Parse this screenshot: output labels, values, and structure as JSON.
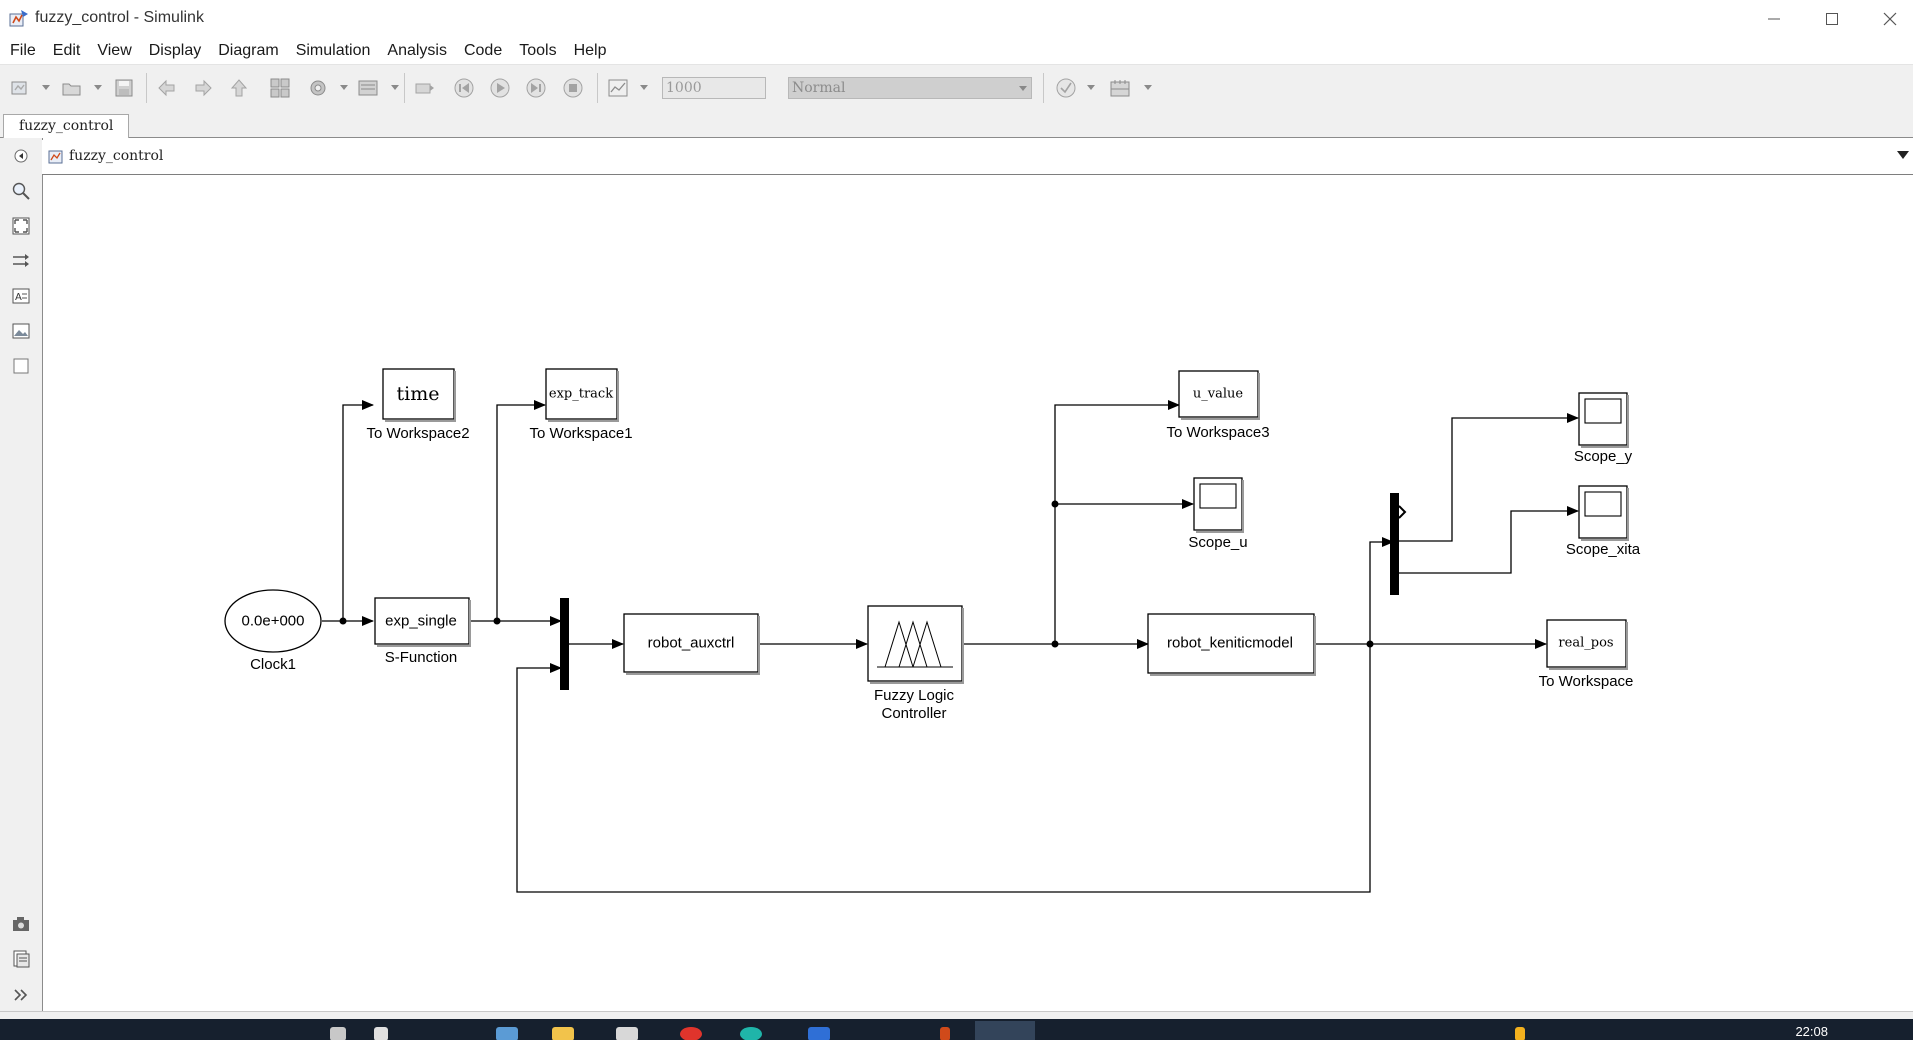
{
  "window": {
    "title": "fuzzy_control - Simulink"
  },
  "menu": [
    "File",
    "Edit",
    "View",
    "Display",
    "Diagram",
    "Simulation",
    "Analysis",
    "Code",
    "Tools",
    "Help"
  ],
  "toolbar": {
    "stop_time": "1000",
    "sim_mode": "Normal",
    "icons": [
      "new-model-icon",
      "open-icon",
      "save-icon",
      "back-icon",
      "forward-icon",
      "up-icon",
      "library-browser-icon",
      "model-settings-icon",
      "model-explorer-icon",
      "step-back-icon",
      "run-icon",
      "step-forward-icon",
      "stop-icon",
      "data-inspector-icon",
      "model-advisor-icon",
      "build-icon"
    ]
  },
  "tab": {
    "label": "fuzzy_control"
  },
  "address": {
    "path": "fuzzy_control"
  },
  "palette": [
    "hide-browser-icon",
    "zoom-icon",
    "fit-view-icon",
    "route-lines-icon",
    "annotation-icon",
    "image-icon",
    "area-icon",
    "screenshot-icon",
    "report-icon",
    "expand-icon"
  ],
  "blocks": {
    "clock": {
      "value": "0.0e+000",
      "label": "Clock1"
    },
    "to_workspace2": {
      "value": "time",
      "label": "To Workspace2"
    },
    "to_workspace1": {
      "value": "exp_track",
      "label": "To Workspace1"
    },
    "sfunction": {
      "value": "exp_single",
      "label": "S-Function"
    },
    "auxctrl": {
      "value": "robot_auxctrl"
    },
    "flc": {
      "label_line1": "Fuzzy Logic",
      "label_line2": "Controller"
    },
    "to_workspace3": {
      "value": "u_value",
      "label": "To Workspace3"
    },
    "scope_u": {
      "label": "Scope_u"
    },
    "model": {
      "value": "robot_keniticmodel"
    },
    "scope_y": {
      "label": "Scope_y"
    },
    "scope_xita": {
      "label": "Scope_xita"
    },
    "to_workspace": {
      "value": "real_pos",
      "label": "To Workspace"
    }
  },
  "taskbar": {
    "clock": "22:08"
  },
  "colors": {
    "toolbar_bg": "#f0f0f0",
    "taskbar_bg": "#16202e",
    "block_stroke": "#000000"
  }
}
